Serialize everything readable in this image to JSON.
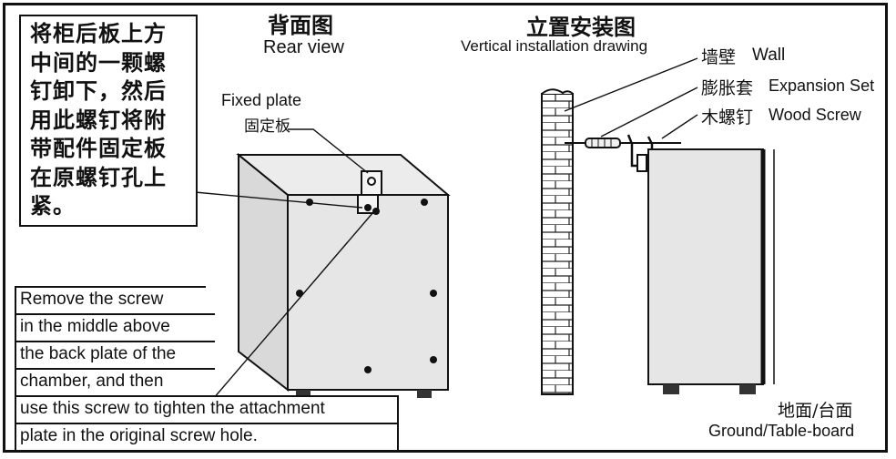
{
  "rear_view": {
    "title_cn": "背面图",
    "title_en": "Rear view",
    "fixed_plate_en": "Fixed plate",
    "fixed_plate_cn": "固定板",
    "instruction_cn": [
      "将柜后板上方",
      "中间的一颗螺",
      "钉卸下，然后",
      "用此螺钉将附",
      "带配件固定板",
      "在原螺钉孔上",
      "紧。"
    ],
    "instruction_en": [
      "Remove the screw",
      "in the middle above",
      "the back plate of the",
      "chamber, and then",
      "use this screw to tighten the attachment",
      "plate in the original screw hole."
    ]
  },
  "vertical_install": {
    "title_cn": "立置安装图",
    "title_en": "Vertical installation drawing",
    "wall_cn": "墙壁",
    "wall_en": "Wall",
    "expansion_cn": "膨胀套",
    "expansion_en": "Expansion Set",
    "screw_cn": "木螺钉",
    "screw_en": "Wood Screw",
    "ground_cn": "地面/台面",
    "ground_en": "Ground/Table-board"
  }
}
